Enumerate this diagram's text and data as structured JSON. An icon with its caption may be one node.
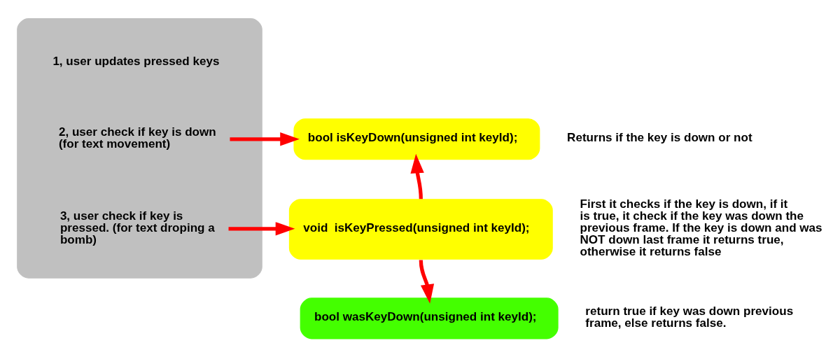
{
  "diagram": {
    "nodes": [
      {
        "text": [],
        "shape": "box"
      },
      {
        "text": [
          "1, user updates pressed keys"
        ],
        "in": 0
      },
      {
        "text": [
          "2, user check if key is down (for text movement)"
        ],
        "in": 0
      },
      {
        "text": [
          "3, user check if key is pressed. (for text droping a bomb)"
        ],
        "in": 0
      },
      {
        "text": [
          "bool isKeyDown(unsigned int keyId);"
        ],
        "beside": [
          "Returns if the key is down or not"
        ]
      },
      {
        "text": [
          "void  isKeyPressed(unsigned int keyId);"
        ],
        "beside": [
          "First it checks if the key is down, if it is true, it check if the key was down the previous frame. If the key is down and was NOT down last frame it returns true, otherwise it returns false"
        ]
      },
      {
        "text": [
          "bool wasKeyDown(unsigned int keyId);"
        ],
        "beside": [
          "return true if key was down previous frame, else returns false."
        ]
      }
    ],
    "edges": [
      {
        "from": 2,
        "to": 4,
        "arrow": "to"
      },
      {
        "from": 3,
        "to": 5,
        "arrow": "to"
      },
      {
        "from": 5,
        "to": 4,
        "arrow": "to"
      },
      {
        "from": 5,
        "to": 6,
        "arrow": "to"
      }
    ]
  }
}
